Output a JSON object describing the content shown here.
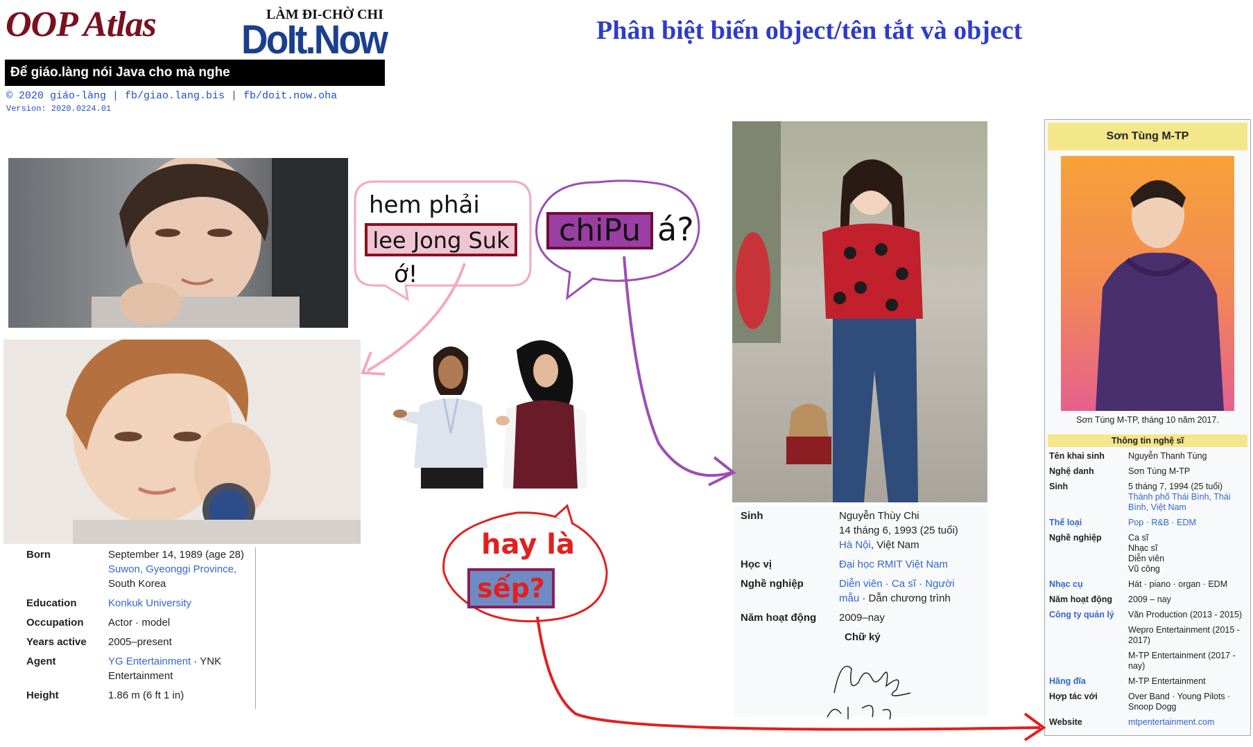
{
  "header": {
    "logo": "OOP Atlas",
    "brand_top": "LÀM ĐI-CHỜ CHI",
    "brand_main": "DoIt.Now",
    "tagline": "Để giáo.làng nói Java cho mà nghe",
    "copyright": "© 2020 giáo-làng | fb/giao.lang.bis | fb/doit.now.oha",
    "version": "Version: 2020.0224.01"
  },
  "page_title": "Phân biệt biến object/tên tắt và object",
  "bubbles": {
    "left": {
      "line1": "hem phải",
      "name": "lee Jong Suk",
      "line3": "ớ!"
    },
    "middle": {
      "name": "chiPu",
      "suffix": "á?"
    },
    "bottom": {
      "line1": "hay là",
      "name": "sếp?"
    }
  },
  "colors": {
    "pink": "#f4a7c3",
    "purple": "#9b4fb3",
    "red": "#e0201e",
    "name_box_pink": "#f1c4d4",
    "name_box_purple": "#9b3ea4",
    "name_box_blue": "#6f8bc4"
  },
  "lee_info": {
    "rows": [
      {
        "key": "Born",
        "value": "September 14, 1989 (age 28)",
        "link": "Suwon, Gyeonggi Province,",
        "extra": "South Korea"
      },
      {
        "key": "Education",
        "link": "Konkuk University"
      },
      {
        "key": "Occupation",
        "value": "Actor · model"
      },
      {
        "key": "Years active",
        "value": "2005–present"
      },
      {
        "key": "Agent",
        "link": "YG Entertainment",
        "value": " · YNK",
        "extra": "Entertainment"
      },
      {
        "key": "Height",
        "value": "1.86 m (6 ft 1 in)"
      }
    ]
  },
  "chipu_info": {
    "sinh_key": "Sinh",
    "sinh_name": "Nguyễn Thùy Chi",
    "sinh_date": "14 tháng 6, 1993 (25 tuổi)",
    "sinh_place_link": "Hà Nội",
    "sinh_place_rest": ", Việt Nam",
    "hocvi_key": "Học vị",
    "hocvi_value": "Đại học RMIT Việt Nam",
    "nghe_key": "Nghề nghiệp",
    "nghe_links": "Diễn viên · Ca sĩ · Người",
    "nghe_line2_link": "mẫu",
    "nghe_line2_rest": " · Dẫn chương trình",
    "nam_key": "Năm hoạt động",
    "nam_value": "2009–nay",
    "chuky": "Chữ ký"
  },
  "mtp": {
    "title": "Sơn Tùng M-TP",
    "caption": "Sơn Tùng M-TP, tháng 10 năm 2017.",
    "section": "Thông tin nghệ sĩ",
    "rows": [
      {
        "key": "Tên khai sinh",
        "lines": [
          "Nguyễn Thanh Tùng"
        ]
      },
      {
        "key": "Nghệ danh",
        "lines": [
          "Sơn Tùng M-TP"
        ]
      },
      {
        "key": "Sinh",
        "lines": [
          "5 tháng 7, 1994 (25 tuổi)"
        ],
        "links": [
          "Thành phố Thái Bình, Thái",
          "Bình, Việt Nam"
        ]
      },
      {
        "key": "Thể loại",
        "key_link": true,
        "links": [
          "Pop · R&B · EDM"
        ]
      },
      {
        "key": "Nghề nghiệp",
        "lines": [
          "Ca sĩ",
          "Nhạc sĩ",
          "Diễn viên",
          "Vũ công"
        ]
      },
      {
        "key": "Nhạc cụ",
        "key_link": true,
        "lines": [
          "Hát · piano · organ · EDM"
        ]
      },
      {
        "key": "Năm hoạt động",
        "lines": [
          "2009 – nay"
        ]
      },
      {
        "key": "Công ty quản lý",
        "key_link": true,
        "lines": [
          "Văn Production (2013 - 2015)"
        ]
      },
      {
        "key": "",
        "lines": [
          "Wepro Entertainment (2015 -",
          "2017)"
        ]
      },
      {
        "key": "",
        "lines": [
          "M-TP Entertainment (2017 -",
          "nay)"
        ]
      },
      {
        "key": "Hãng đĩa",
        "key_link": true,
        "lines": [
          "M-TP Entertainment"
        ]
      },
      {
        "key": "Hợp tác với",
        "lines": [
          "Over Band · Young Pilots ·",
          "Snoop Dogg"
        ]
      },
      {
        "key": "Website",
        "links": [
          "mtpentertainment.com"
        ]
      }
    ]
  }
}
